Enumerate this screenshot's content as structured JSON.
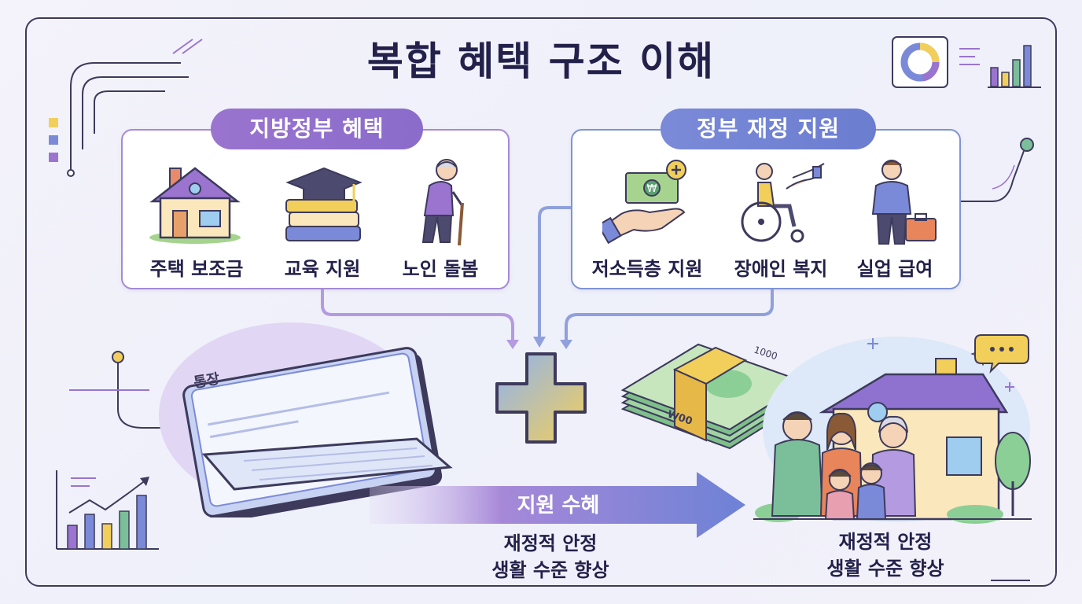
{
  "title": "복합 혜택 구조 이해",
  "local_benefits": {
    "heading": "지방정부 혜택",
    "items": [
      {
        "label": "주택 보조금",
        "icon": "house-icon"
      },
      {
        "label": "교육 지원",
        "icon": "graduation-cap-icon"
      },
      {
        "label": "노인 돌봄",
        "icon": "elderly-person-icon"
      }
    ]
  },
  "government_support": {
    "heading": "정부 재정 지원",
    "items": [
      {
        "label": "저소득층 지원",
        "icon": "cash-hand-icon"
      },
      {
        "label": "장애인 복지",
        "icon": "wheelchair-icon"
      },
      {
        "label": "실업 급여",
        "icon": "worker-briefcase-icon"
      }
    ]
  },
  "bankbook": {
    "label": "통장"
  },
  "money": {
    "bill_text": "1000",
    "band_text": "W00"
  },
  "flow": {
    "label": "지원 수혜"
  },
  "outcome_center": {
    "line1": "재정적 안정",
    "line2": "생활 수준 향상"
  },
  "outcome_right": {
    "line1": "재정적 안정",
    "line2": "생활 수준 향상"
  },
  "colors": {
    "purple": "#9a74cf",
    "blue": "#7b8ad8",
    "yellow": "#f2cf5a",
    "dark": "#23214a"
  }
}
